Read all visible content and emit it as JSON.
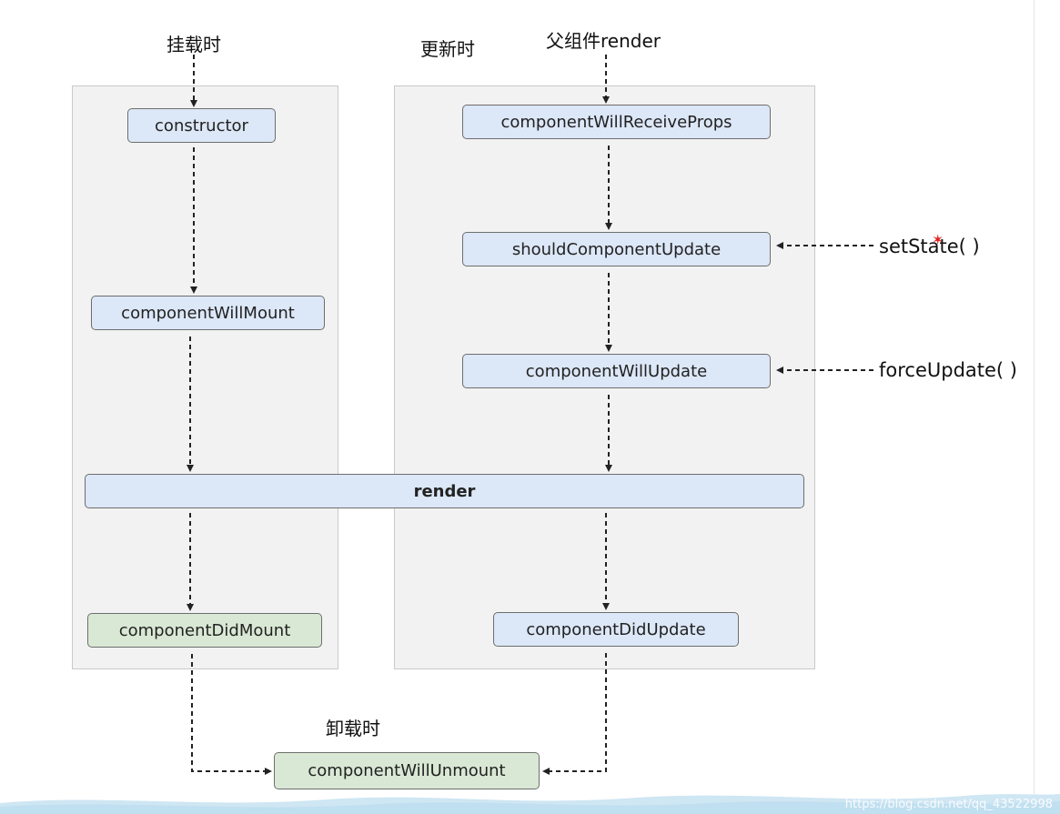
{
  "labels": {
    "mount": "挂载时",
    "update": "更新时",
    "parent_render": "父组件render",
    "unmount": "卸载时",
    "set_state": "setState( )",
    "force_update": "forceUpdate( )"
  },
  "nodes": {
    "constructor": "constructor",
    "component_will_mount": "componentWillMount",
    "render": "render",
    "component_did_mount": "componentDidMount",
    "component_will_receive_props": "componentWillReceiveProps",
    "should_component_update": "shouldComponentUpdate",
    "component_will_update": "componentWillUpdate",
    "component_did_update": "componentDidUpdate",
    "component_will_unmount": "componentWillUnmount"
  },
  "watermark": "https://blog.csdn.net/qq_43522998",
  "colors": {
    "node_blue": "#dce7f7",
    "node_green": "#d9e8d4",
    "panel": "#f2f2f2",
    "arrow": "#222222",
    "wave": "#cfe6f3"
  }
}
